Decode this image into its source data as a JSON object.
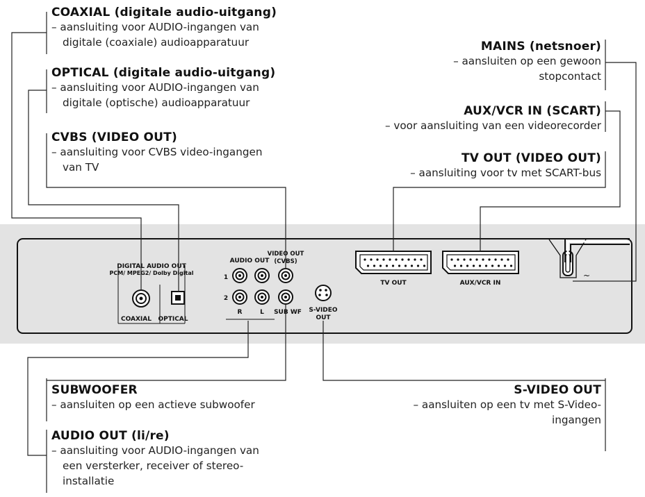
{
  "labels": {
    "coaxial": {
      "title": "COAXIAL (digitale audio-uitgang)",
      "lines": [
        "– aansluiting voor AUDIO-ingangen van",
        "digitale (coaxiale) audioapparatuur"
      ]
    },
    "optical": {
      "title": "OPTICAL (digitale audio-uitgang)",
      "lines": [
        "– aansluiting voor AUDIO-ingangen van",
        "digitale (optische) audioapparatuur"
      ]
    },
    "cvbs": {
      "title": "CVBS (VIDEO OUT)",
      "lines": [
        "– aansluiting voor CVBS video-ingangen",
        "van TV"
      ]
    },
    "mains": {
      "title": "MAINS (netsnoer)",
      "lines": [
        "– aansluiten op een gewoon",
        "stopcontact"
      ]
    },
    "aux": {
      "title": "AUX/VCR IN (SCART)",
      "lines": [
        "– voor aansluiting van een videorecorder"
      ]
    },
    "tvout": {
      "title": "TV OUT (VIDEO OUT)",
      "lines": [
        "– aansluiting voor tv met SCART-bus"
      ]
    },
    "subwoofer": {
      "title": "SUBWOOFER",
      "lines": [
        "– aansluiten op een actieve subwoofer"
      ]
    },
    "audioout": {
      "title": "AUDIO OUT (li/re)",
      "lines": [
        "– aansluiting voor AUDIO-ingangen van",
        "een versterker, receiver of stereo-",
        "installatie"
      ]
    },
    "svideo": {
      "title": "S-VIDEO OUT",
      "lines": [
        "– aansluiten op een tv met S-Video-",
        "ingangen"
      ]
    }
  },
  "panel": {
    "digital_audio_out": "DIGITAL AUDIO OUT",
    "pcm_line": "PCM/ MPEG2/ Dolby Digital",
    "coaxial": "COAXIAL",
    "optical": "OPTICAL",
    "audio_out": "AUDIO OUT",
    "video_out": "VIDEO OUT",
    "cvbs": "(CVBS)",
    "row1": "1",
    "row2": "2",
    "r": "R",
    "l": "L",
    "sub_wf": "SUB WF",
    "s_video": "S-VIDEO",
    "out": "OUT",
    "tv_out": "TV OUT",
    "aux_vcr_in": "AUX/VCR IN",
    "ac_symbol": "~"
  }
}
